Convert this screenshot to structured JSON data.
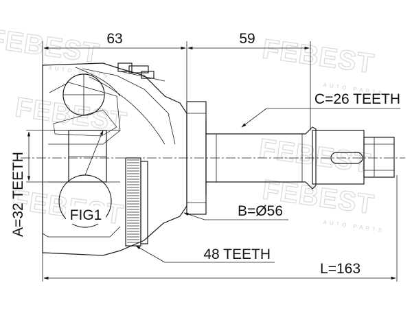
{
  "watermark": {
    "brand": "FEBEST",
    "tagline": "AUTO PARTS"
  },
  "dimensions": {
    "outer_length": "63",
    "shaft_length": "59",
    "spline_outer": "A=32 TEETH",
    "spline_shaft": "C=26 TEETH",
    "abs_ring": "48 TEETH",
    "diameter": "B=Ø56",
    "total_length": "L=163",
    "figure_label": "FIG1"
  }
}
